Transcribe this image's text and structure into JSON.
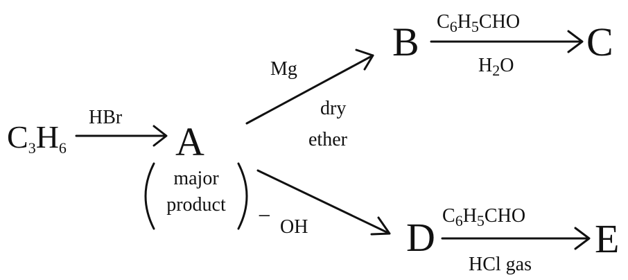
{
  "start": {
    "main": "C",
    "sub1": "3",
    "mid": "H",
    "sub2": "6"
  },
  "step1": {
    "reagent": "HBr"
  },
  "compound_a": {
    "letter": "A",
    "note_line1": "major",
    "note_line2": "product"
  },
  "upper_path": {
    "reagent_top": "Mg",
    "condition_line1": "dry",
    "condition_line2": "ether",
    "product_letter": "B",
    "reagent2": {
      "c": "C",
      "c_sub": "6",
      "h": "H",
      "h_sub": "5",
      "rest": "CHO"
    },
    "reagent2_below": {
      "h": "H",
      "h_sub": "2",
      "rest": "O"
    },
    "final_letter": "C"
  },
  "lower_path": {
    "reagent_charge": "−",
    "reagent": "OH",
    "product_letter": "D",
    "reagent2": {
      "c": "C",
      "c_sub": "6",
      "h": "H",
      "h_sub": "5",
      "rest": "CHO"
    },
    "reagent2_below": "HCl gas",
    "final_letter": "E"
  }
}
